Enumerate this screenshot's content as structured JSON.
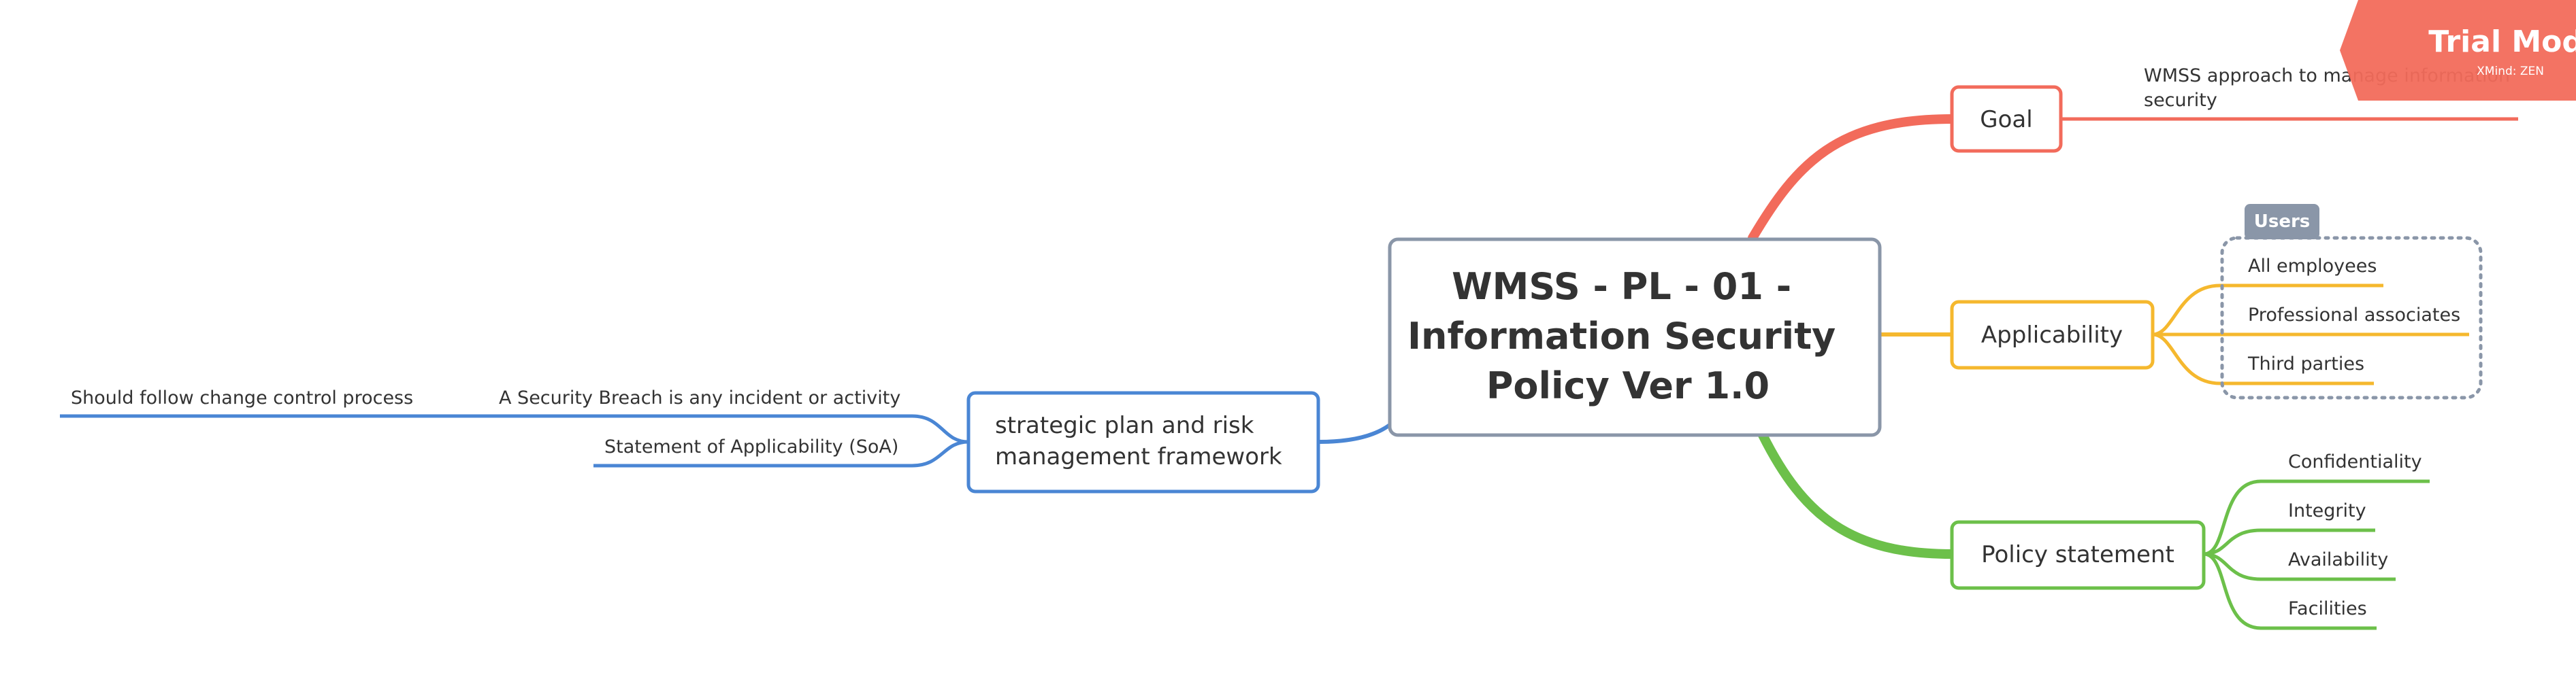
{
  "central_topic": {
    "lines": [
      "WMSS - PL - 01 -",
      "Information Security",
      "Policy  Ver 1.0"
    ]
  },
  "branches": {
    "goal": {
      "label": "Goal",
      "color": "#f26b5b",
      "note": [
        "WMSS approach to manage information",
        "security"
      ]
    },
    "applicability": {
      "label": "Applicability",
      "color": "#f5b82e",
      "boundary_label": "Users",
      "boundary_color": "#8a96a8",
      "children": [
        "All employees",
        "Professional associates",
        "Third parties"
      ]
    },
    "policy_statement": {
      "label": "Policy statement",
      "color": "#6cc04a",
      "children": [
        "Confidentiality",
        "Integrity",
        "Availability",
        "Facilities"
      ]
    },
    "strategic": {
      "label_lines": [
        "strategic plan and risk",
        "management framework"
      ],
      "color": "#4a86d4",
      "children": [
        "A Security Breach is any incident or activity",
        "Statement of Applicability (SoA)"
      ],
      "grandchild": "Should follow change control process"
    }
  },
  "trial_badge": {
    "title": "Trial Mode",
    "subtitle": "XMind: ZEN",
    "color": "#f26b5b"
  }
}
